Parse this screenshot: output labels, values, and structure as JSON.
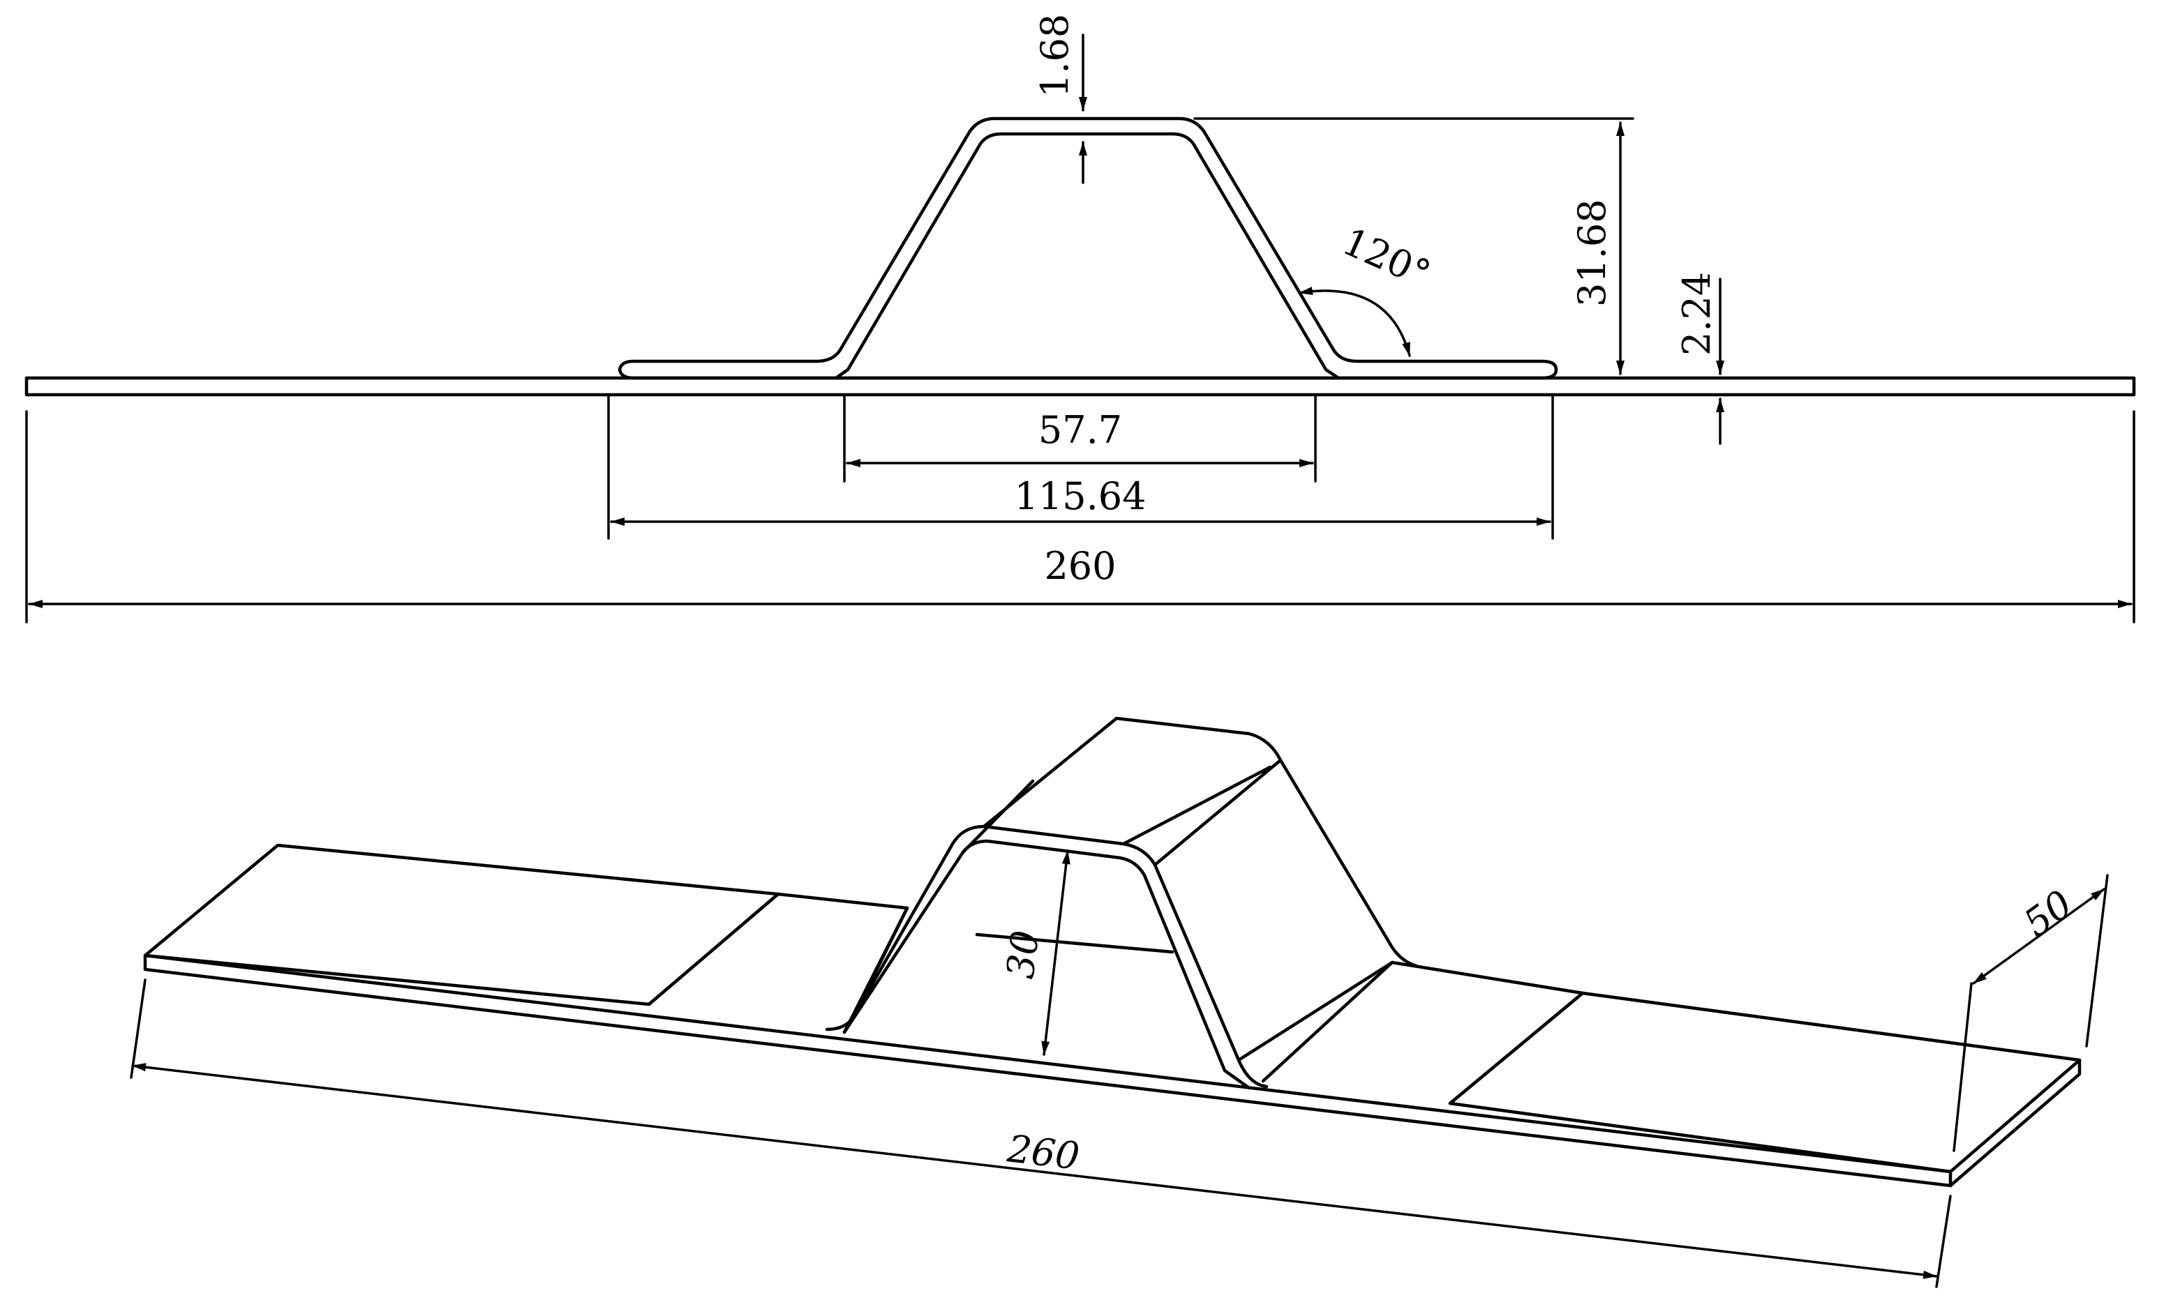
{
  "elevation_view": {
    "dimensions": {
      "top_thickness": "1.68",
      "hat_height": "31.68",
      "bend_angle": "120°",
      "base_thickness": "2.24",
      "top_width": "57.7",
      "flange_width": "115.64",
      "overall_length": "260"
    }
  },
  "isometric_view": {
    "dimensions": {
      "hat_height": "30",
      "width": "50",
      "overall_length": "260"
    }
  }
}
